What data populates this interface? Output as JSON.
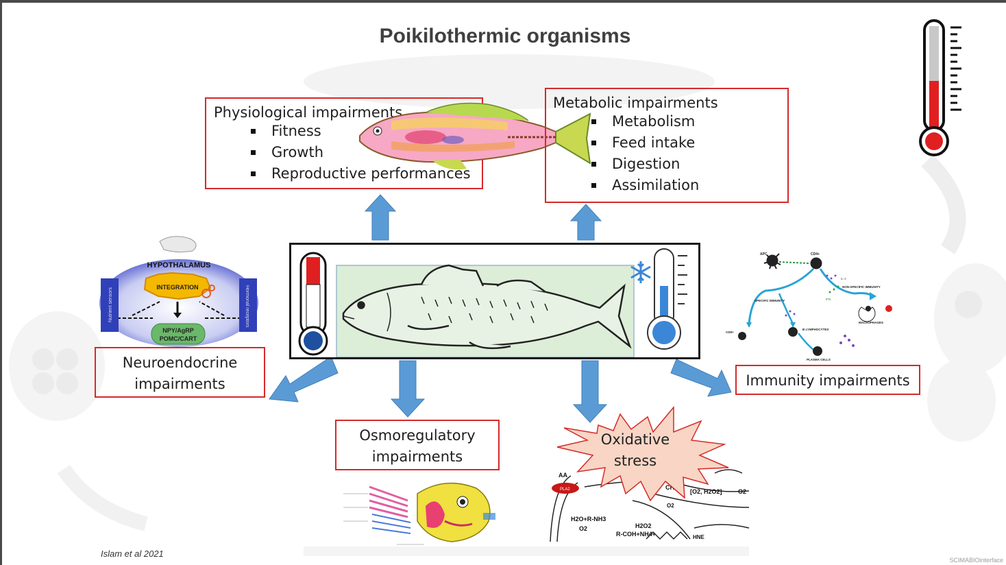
{
  "title": "Poikilothermic organisms",
  "physiological": {
    "heading": "Physiological impairments",
    "items": [
      "Fitness",
      "Growth",
      "Reproductive performances"
    ]
  },
  "metabolic": {
    "heading": "Metabolic impairments",
    "items": [
      "Metabolism",
      "Feed intake",
      "Digestion",
      "Assimilation"
    ]
  },
  "neuroendocrine": {
    "line1": "Neuroendocrine",
    "line2": "impairments"
  },
  "osmoregulatory": {
    "line1": "Osmoregulatory",
    "line2": "impairments"
  },
  "oxidative": {
    "line1": "Oxidative",
    "line2": "stress"
  },
  "immunity": {
    "label": "Immunity impairments"
  },
  "hypothalamus_diagram": {
    "title": "HYPOTHALAMUS",
    "integration": "INTEGRATION",
    "output_line1": "NPY/AgRP",
    "output_line2": "POMC/CART",
    "left_side": "Nutrient sensors",
    "right_side": "Hormonal receptors"
  },
  "immune_diagram": {
    "apc": "APC",
    "cd4": "CD4+",
    "il2": "IL-2",
    "cd8": "CD8+",
    "specific": "SPECIFIC IMMUNITY",
    "nonspecific": "NON-SPECIFIC IMMUNITY",
    "ifn": "IFN",
    "b_lymph": "B LYMPHOCYTES",
    "macrophages": "MACROPHAGES",
    "plasma": "PLASMA CELLS"
  },
  "oxidative_diagram": {
    "aa": "AA",
    "pla2": "PLA2",
    "ch3": "CH3",
    "o2_species": "[O2, H2O2]",
    "o2": "O2",
    "o2_small": "O2",
    "h2o_rnh3": "H2O+R-NH3",
    "o2_left": "O2",
    "h2o2": "H2O2",
    "rcoh": "R-COH+NH4+",
    "hne": "HNE"
  },
  "credit": "Islam et al 2021",
  "watermark": "SCIMABIOinterface",
  "colors": {
    "box_border": "#d42a2a",
    "arrow_fill": "#5b9bd5",
    "title": "#404040",
    "burst_fill": "#f8d5c4",
    "burst_stroke": "#d42a2a"
  }
}
